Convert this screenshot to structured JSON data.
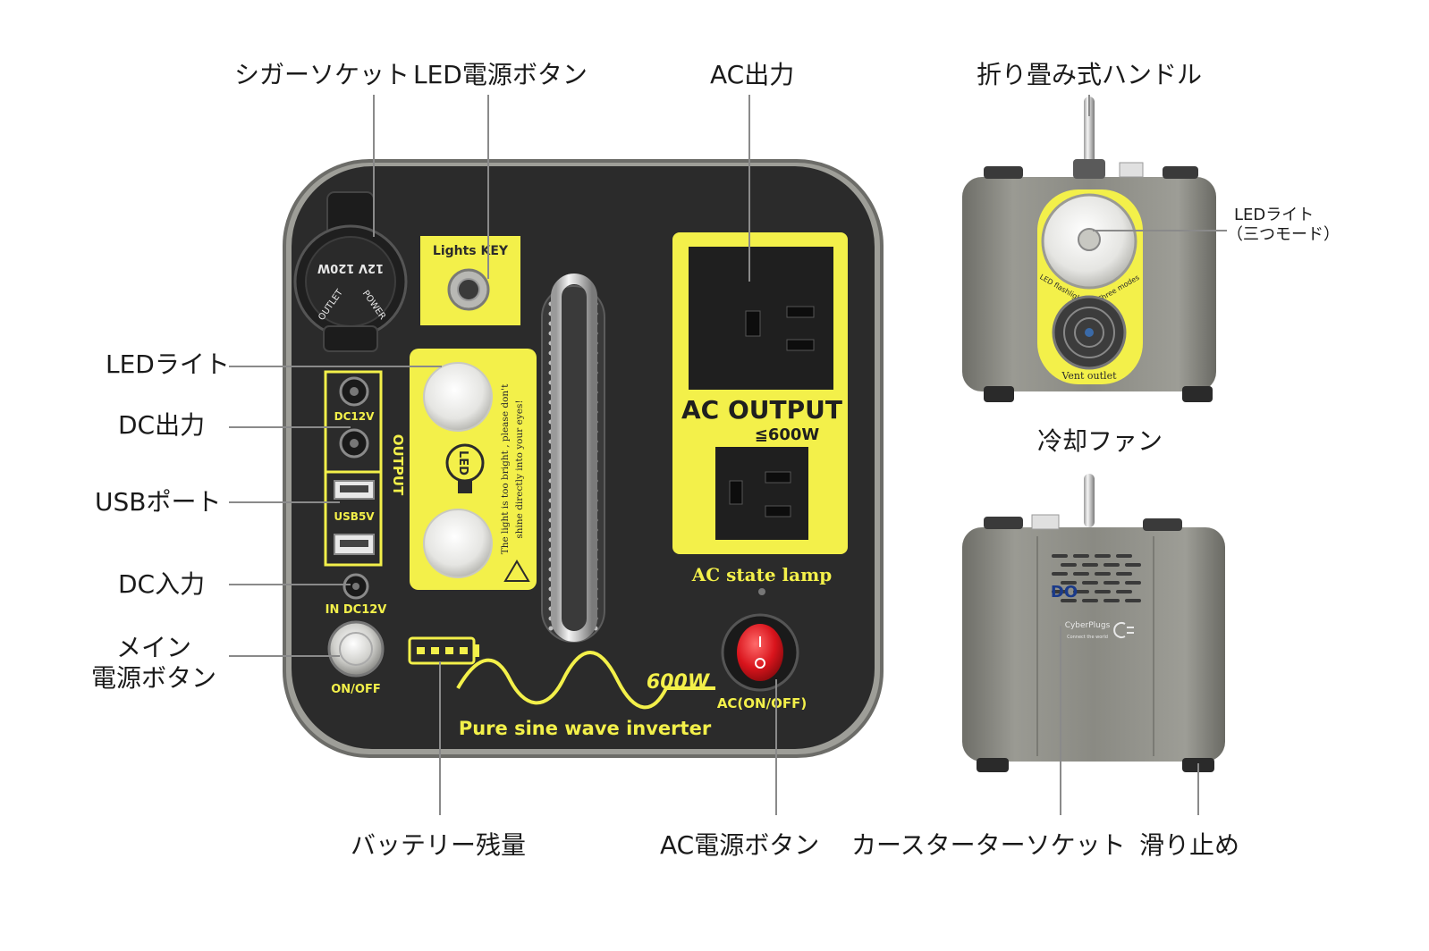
{
  "labels": {
    "cigar_socket": "シガーソケット",
    "led_power_button": "LED電源ボタン",
    "ac_output": "AC出力",
    "folding_handle": "折り畳み式ハンドル",
    "led_light_side_line1": "LEDライト",
    "led_light_side_line2": "（三つモード）",
    "led_light": "LEDライト",
    "dc_output": "DC出力",
    "usb_port": "USBポート",
    "dc_input": "DC入力",
    "main_power_line1": "メイン",
    "main_power_line2": "電源ボタン",
    "cooling_fan": "冷却ファン",
    "battery_level": "バッテリー残量",
    "ac_power_button": "AC電源ボタン",
    "car_starter_socket": "カースターターソケット",
    "anti_slip": "滑り止め"
  },
  "panel": {
    "socket_text_1": "12V 120W",
    "socket_text_2": "POWER",
    "socket_text_3": "OUTLET",
    "lights_key": "Lights KEY",
    "dc12v": "DC12V",
    "output": "OUTPUT",
    "usb5v": "USB5V",
    "in_dc12v": "IN DC12V",
    "on_off": "ON/OFF",
    "led_warning_1": "The light is too bright , please don't",
    "led_warning_2": "shine directly into your eyes!",
    "led_bulb": "LED",
    "ac_output_title": "AC OUTPUT",
    "ac_output_rating": "≦600W",
    "ac_state_lamp": "AC state lamp",
    "wattage": "600W",
    "ac_on_off": "AC(ON/OFF)",
    "inverter": "Pure sine wave inverter"
  },
  "side_panel": {
    "led_flashlight": "LED flashlight",
    "three_modes": "Three modes",
    "vent_outlet": "Vent outlet"
  },
  "rear_panel": {
    "logo": "DO",
    "brand": "CyberPlugs",
    "tagline": "Connect the world"
  },
  "colors": {
    "panel_black": "#2b2b2b",
    "panel_yellow": "#f3f04a",
    "body_gray": "#8d8d86",
    "leader_line": "#8a8a8a",
    "ac_button_red": "#d9141c"
  }
}
